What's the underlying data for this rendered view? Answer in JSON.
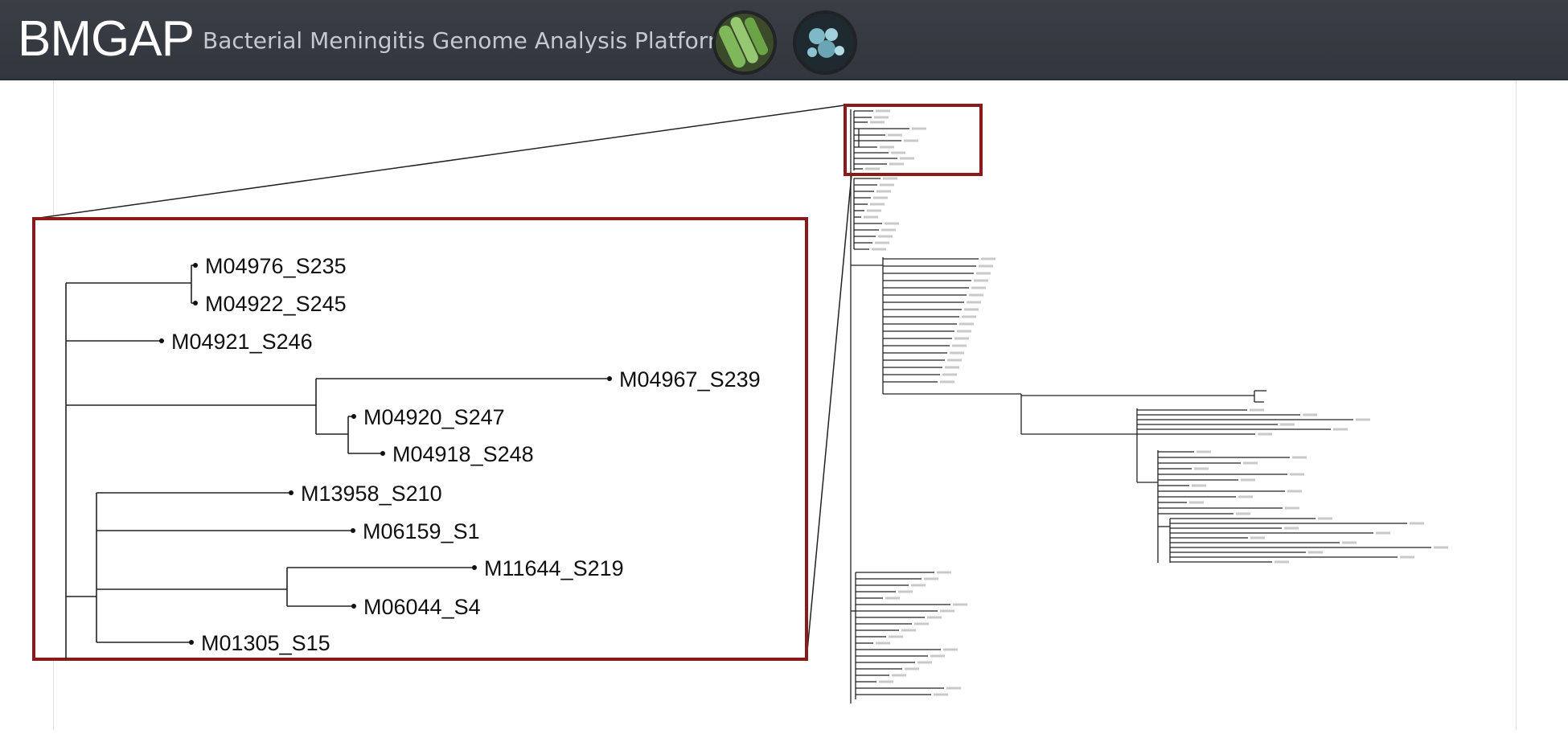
{
  "header": {
    "brand": "BMGAP",
    "subtitle": "Bacterial Meningitis Genome Analysis Platform",
    "logos": [
      "bacteria-rods-icon",
      "bacteria-cocci-icon"
    ]
  },
  "colors": {
    "header_bg": "#32363d",
    "highlight_box": "#8b1a1a",
    "tree_line": "#222222"
  },
  "tree": {
    "zoom_labels": [
      "M04976_S235",
      "M04922_S245",
      "M04921_S246",
      "M04967_S239",
      "M04920_S247",
      "M04918_S248",
      "M13958_S210",
      "M06159_S1",
      "M11644_S219",
      "M06044_S4",
      "M01305_S15"
    ]
  }
}
